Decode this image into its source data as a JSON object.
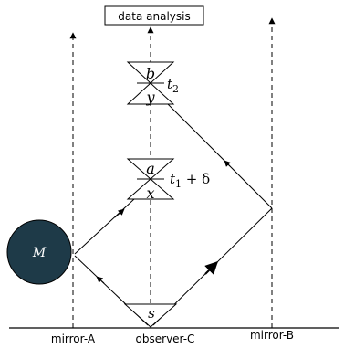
{
  "top_box": {
    "label": "data analysis"
  },
  "mass": {
    "label": "M",
    "fill": "#1e3a48"
  },
  "baseline_labels": {
    "left": "mirror-A",
    "center": "observer-C",
    "right": "mirror-B"
  },
  "events": {
    "upper": {
      "top": "b",
      "bottom": "y",
      "time": "t",
      "time_sub": "2"
    },
    "middle": {
      "top": "a",
      "bottom": "x",
      "time": "t",
      "time_sub": "1",
      "time_suffix": " + δ"
    },
    "source": {
      "label": "s"
    }
  },
  "colors": {
    "line": "#000000",
    "background": "#ffffff"
  }
}
